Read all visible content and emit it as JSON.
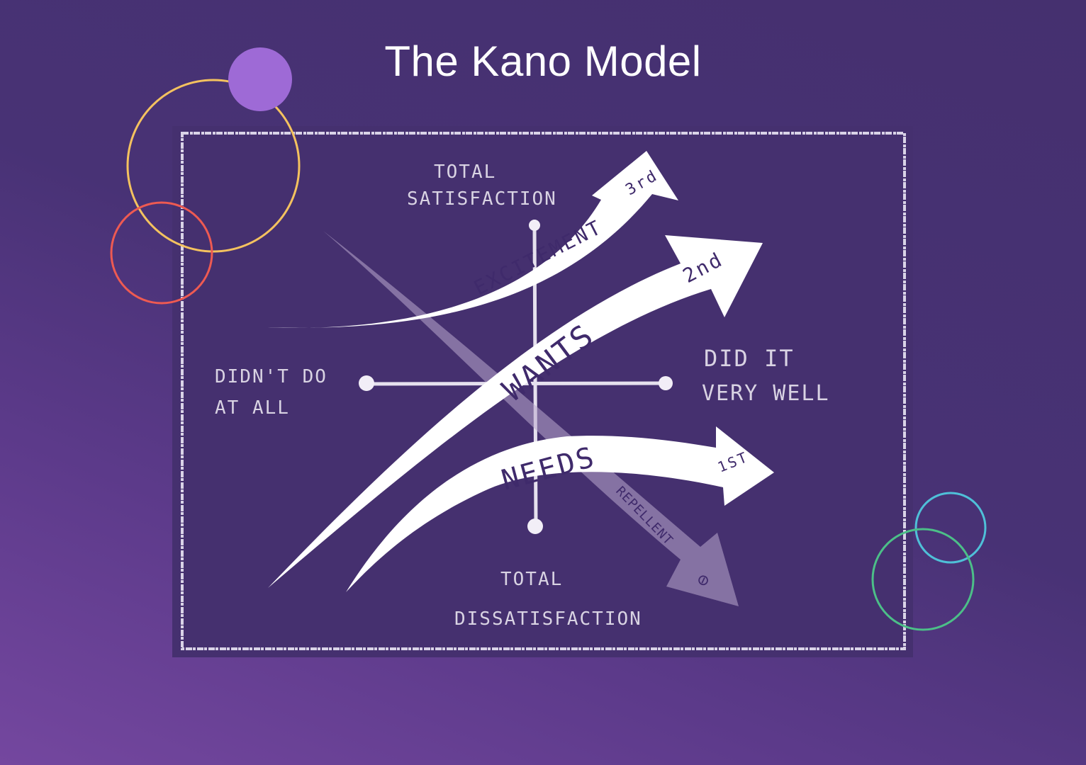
{
  "title": "The Kano Model",
  "axes": {
    "top": [
      "TOTAL",
      "SATISFACTION"
    ],
    "bottom": [
      "TOTAL",
      "DISSATISFACTION"
    ],
    "left": [
      "DIDN'T DO",
      "AT ALL"
    ],
    "right": [
      "DID IT",
      "VERY WELL"
    ]
  },
  "arrows": {
    "excitement": {
      "label": "EXCITEMENT",
      "rank": "3rd"
    },
    "wants": {
      "label": "WANTS",
      "rank": "2nd"
    },
    "needs": {
      "label": "NEEDS",
      "rank": "1ST"
    },
    "repellent": {
      "label": "REPELLENT",
      "symbol": "⊘"
    }
  },
  "colors": {
    "background": "#483275",
    "board": "#45306f",
    "chalk": "#e2dced",
    "ink": "#3f2a6b",
    "circle_yellow": "#f4c25f",
    "circle_purple": "#9e6ad6",
    "circle_red": "#ee5a52",
    "circle_cyan": "#4fc0d8",
    "circle_green": "#4cbf88"
  }
}
